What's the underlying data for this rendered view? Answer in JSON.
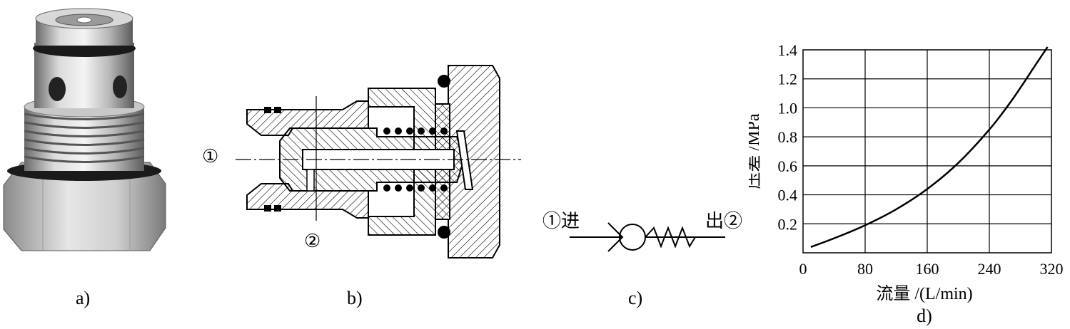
{
  "panels": {
    "a": {
      "label": "a)"
    },
    "b": {
      "label": "b)",
      "port1": "①",
      "port2": "②"
    },
    "c": {
      "label": "c)",
      "inlet": "①进",
      "outlet": "出②"
    },
    "d": {
      "label": "d)"
    }
  },
  "chart_data": {
    "type": "line",
    "xlabel": "流量 /(L/min)",
    "ylabel": "压差 /MPa",
    "xlim": [
      0,
      320
    ],
    "ylim": [
      0,
      1.4
    ],
    "xticks": [
      0,
      80,
      160,
      240,
      320
    ],
    "yticks": [
      0.2,
      0.4,
      0.6,
      0.8,
      1.0,
      1.2,
      1.4
    ],
    "xtick_labels": [
      "0",
      "80",
      "160",
      "240",
      "320"
    ],
    "ytick_labels": [
      "0.2",
      "0.4",
      "0.6",
      "0.8",
      "1.0",
      "1.2",
      "1.4"
    ],
    "grid": true,
    "series": [
      {
        "x": [
          10,
          40,
          80,
          120,
          160,
          200,
          240,
          270,
          300,
          315
        ],
        "y": [
          0.04,
          0.1,
          0.19,
          0.3,
          0.44,
          0.62,
          0.85,
          1.06,
          1.3,
          1.42
        ]
      }
    ]
  }
}
